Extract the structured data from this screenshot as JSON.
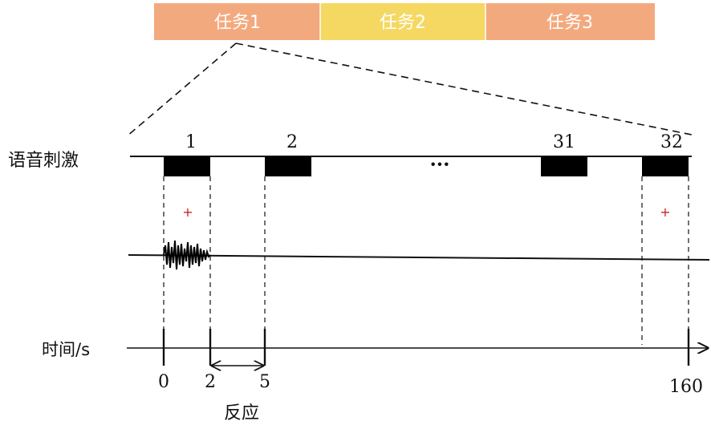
{
  "tasks": [
    {
      "label": "任务1",
      "color": "#F3A97E"
    },
    {
      "label": "任务2",
      "color": "#F5D862"
    },
    {
      "label": "任务3",
      "color": "#F3A97E"
    }
  ],
  "rows": {
    "stimulus_label": "语音刺激",
    "time_label": "时间/s"
  },
  "stimuli": {
    "numbers": [
      "1",
      "2",
      "31",
      "32"
    ],
    "ellipsis": "···"
  },
  "fixation": {
    "symbol": "+",
    "color": "#CC2222"
  },
  "time_ticks": [
    "0",
    "2",
    "5",
    "160"
  ],
  "response_label": "反应"
}
